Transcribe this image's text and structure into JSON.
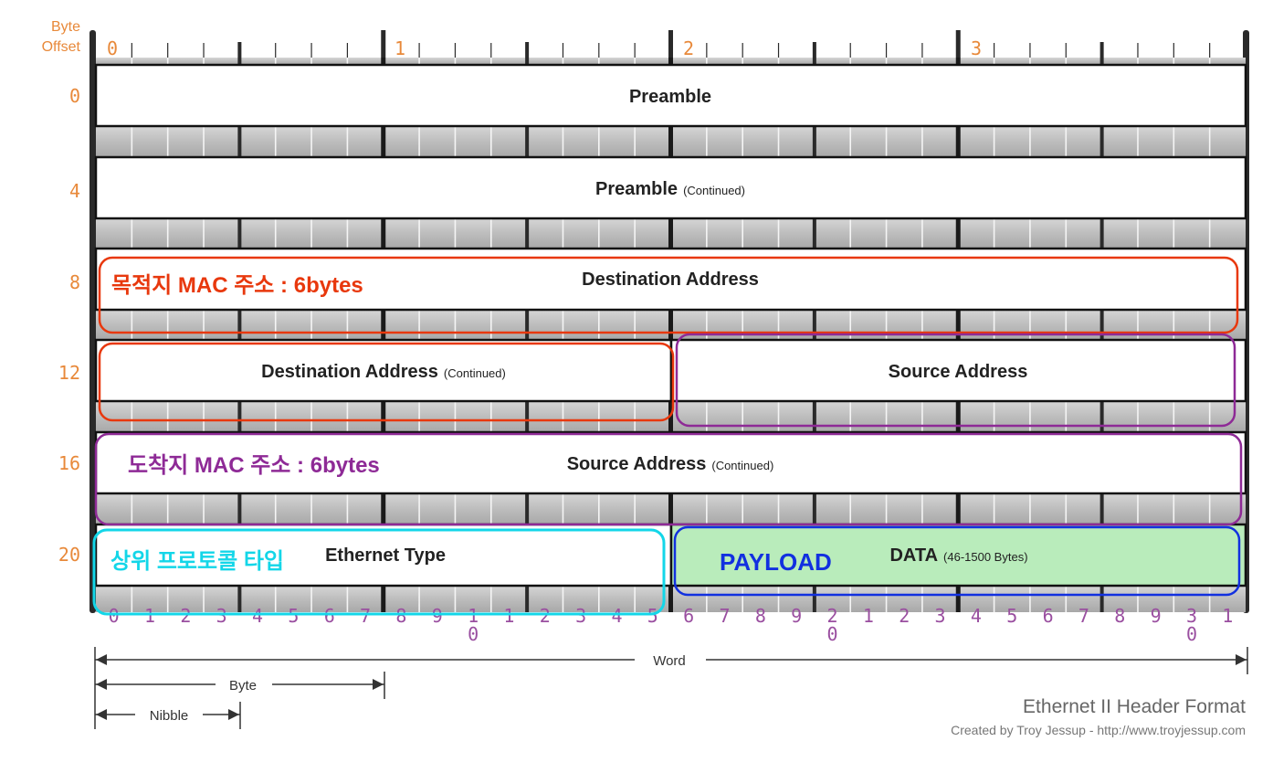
{
  "header": {
    "byte_label": "Byte",
    "offset_label": "Offset",
    "byte_numbers": [
      "0",
      "1",
      "2",
      "3"
    ]
  },
  "offsets": [
    "0",
    "4",
    "8",
    "12",
    "16",
    "20"
  ],
  "fields": {
    "preamble": {
      "name": "Preamble"
    },
    "preamble_cont": {
      "name": "Preamble",
      "note": "(Continued)"
    },
    "dest_addr": {
      "name": "Destination Address"
    },
    "dest_addr_cont": {
      "name": "Destination Address",
      "note": "(Continued)"
    },
    "src_addr": {
      "name": "Source Address"
    },
    "src_addr_cont": {
      "name": "Source Address",
      "note": "(Continued)"
    },
    "ether_type": {
      "name": "Ethernet Type"
    },
    "data": {
      "name": "DATA",
      "note": "(46-1500 Bytes)"
    }
  },
  "annotations": {
    "dest_mac": "목적지 MAC 주소 : 6bytes",
    "src_mac": "도착지 MAC 주소 : 6bytes",
    "upper_proto": "상위 프로토콜 타입",
    "payload": "PAYLOAD"
  },
  "bit_numbers": {
    "top": [
      "0",
      "1",
      "2",
      "3",
      "4",
      "5",
      "6",
      "7",
      "8",
      "9",
      "1",
      "1",
      "2",
      "3",
      "4",
      "5",
      "6",
      "7",
      "8",
      "9",
      "2",
      "1",
      "2",
      "3",
      "4",
      "5",
      "6",
      "7",
      "8",
      "9",
      "3",
      "1"
    ],
    "bottom": [
      "",
      "",
      "",
      "",
      "",
      "",
      "",
      "",
      "",
      "",
      "0",
      "",
      "",
      "",
      "",
      "",
      "",
      "",
      "",
      "",
      "0",
      "",
      "",
      "",
      "",
      "",
      "",
      "",
      "",
      "",
      "0",
      ""
    ]
  },
  "scale": {
    "word": "Word",
    "byte": "Byte",
    "nibble": "Nibble"
  },
  "footer": {
    "title": "Ethernet II Header Format",
    "credit": "Created by Troy Jessup - http://www.troyjessup.com"
  },
  "colors": {
    "offset_orange": "#e8893a",
    "bit_purple": "#9a4fa0",
    "annotation_red": "#e8380d",
    "annotation_purple": "#8e2a96",
    "annotation_cyan": "#13d6e8",
    "annotation_blue": "#1230e0",
    "data_fill": "#b9ecbb"
  }
}
